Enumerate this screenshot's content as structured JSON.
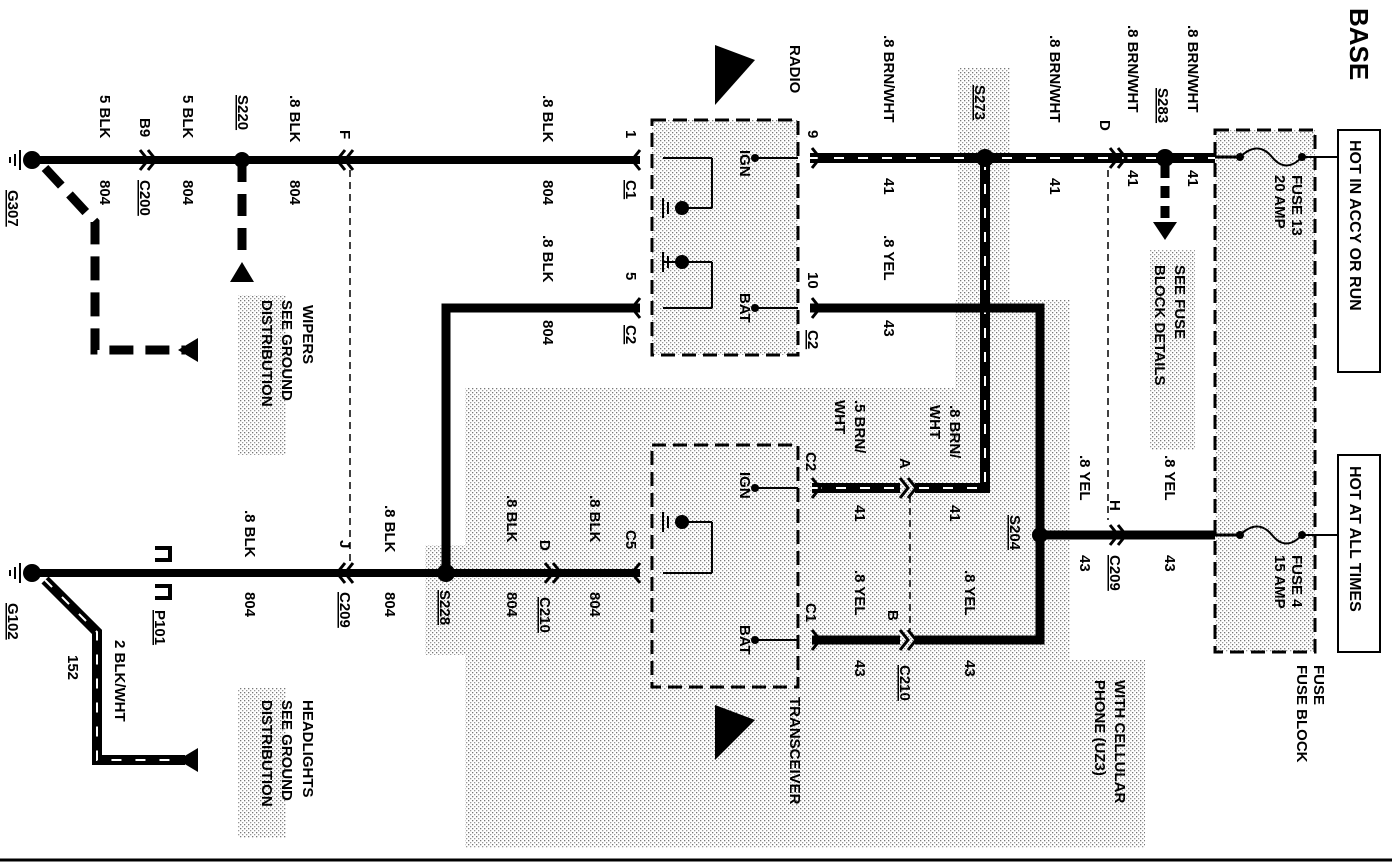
{
  "title": "BASE",
  "fuse_block": {
    "label": "FUSE BLOCK",
    "hot_accy_run": "HOT IN ACCY OR RUN",
    "hot_all_times": "HOT AT ALL TIMES",
    "fuse13_name": "FUSE 13",
    "fuse13_rating": "20 AMP",
    "fuse4_name": "FUSE 4",
    "fuse4_rating": "15 AMP"
  },
  "radio": {
    "label": "RADIO",
    "ign": "IGN",
    "bat": "BAT",
    "c1": "C1",
    "c2_left": "C2",
    "c2_right": "C2",
    "pin1": "1",
    "pin5": "5",
    "pin9": "9",
    "pin10": "10"
  },
  "transceiver": {
    "label": "TRANSCEIVER",
    "ign": "IGN",
    "bat": "BAT",
    "c5": "C5",
    "c2": "C2",
    "c1": "C1"
  },
  "splices": {
    "s220": "S220",
    "s273": "S273",
    "s283": "S283",
    "s204": "S204",
    "s228": "S228"
  },
  "connectors": {
    "c200": "C200",
    "b9": "B9",
    "f": "F",
    "c209_top_letter": "H",
    "c209_top": "C209",
    "d_top": "D",
    "c209_bottom": "C209",
    "j": "J",
    "c210_bottom": "C210",
    "d_bottom": "D",
    "c210_right": "C210",
    "a": "A",
    "b": "B",
    "p101": "P101"
  },
  "grounds": {
    "g307": "G307",
    "g102": "G102"
  },
  "notes": {
    "wipers": "WIPERS",
    "see_ground_1": "SEE GROUND",
    "distribution_1": "DISTRIBUTION",
    "headlights": "HEADLIGHTS",
    "see_ground_2": "SEE GROUND",
    "distribution_2": "DISTRIBUTION",
    "see_fuse": "SEE FUSE",
    "block_details": "BLOCK DETAILS",
    "cellular_1": "WITH CELLULAR",
    "cellular_2": "PHONE (UZ3)"
  },
  "wires": {
    "w5blk_a": "5 BLK",
    "w5blk_b": "5 BLK",
    "w804_a": "804",
    "w804_b": "804",
    "w8blk_top": ".8 BLK",
    "w804_top": "804",
    "w8blk_radio1": ".8 BLK",
    "w804_radio1": "804",
    "w8blk_radio5": ".8 BLK",
    "w804_radio5": "804",
    "w8brnwht_9": ".8 BRN/WHT",
    "w41_9": "41",
    "w8brnwht_s273": ".8 BRN/WHT",
    "w41_s273": "41",
    "w8brnwht_d": ".8 BRN/WHT",
    "w41_d": "41",
    "w8brnwht_fuse": ".8 BRN/WHT",
    "w41_fuse": "41",
    "w8yel_10": ".8 YEL",
    "w43_10": "43",
    "w8brn_a": ".8 BRN/",
    "w8brn_a2": "WHT",
    "w41_a": "41",
    "w5brn_c2": ".5 BRN/",
    "w5brn_c2b": "WHT",
    "w41_c2": "41",
    "w8yel_b": ".8 YEL",
    "w43_b": "43",
    "w8yel_c1": ".8 YEL",
    "w43_c1": "43",
    "w8yel_h": ".8 YEL",
    "w43_h": "43",
    "w8yel_fuse4": ".8 YEL",
    "w43_fuse4": "43",
    "w8blk_g102": ".8 BLK",
    "w804_g102": "804",
    "w8blk_j": ".8 BLK",
    "w804_j": "804",
    "w8blk_d": ".8 BLK",
    "w804_d": "804",
    "w8blk_c5": ".8 BLK",
    "w804_c5": "804",
    "w2blkwht": "2 BLK/WHT",
    "w152": "152"
  }
}
